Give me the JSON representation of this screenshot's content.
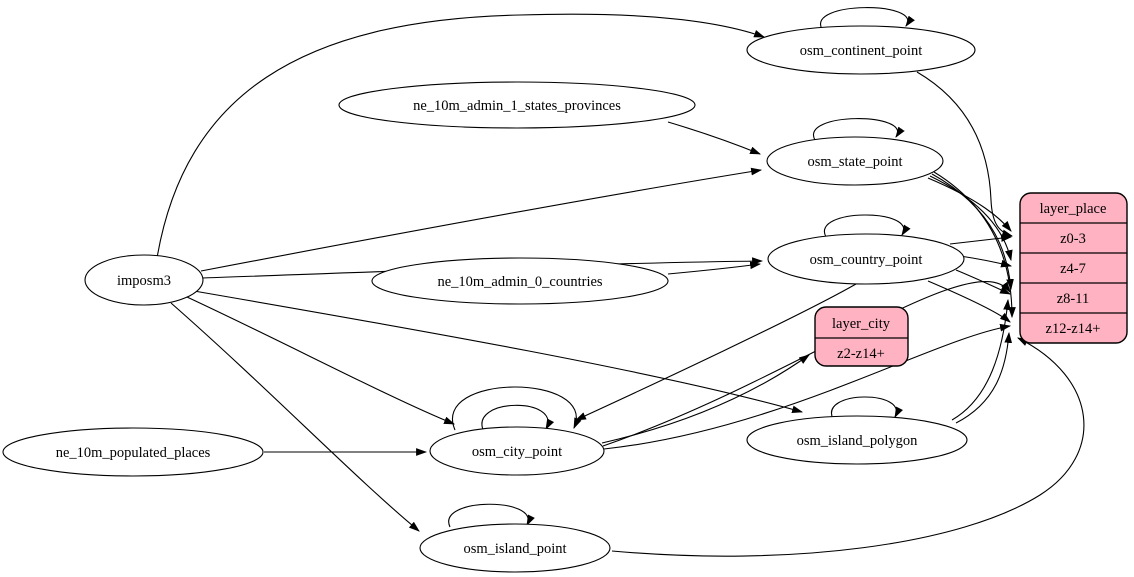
{
  "diagram": {
    "kind": "dependency-graph",
    "colors": {
      "background": "#ffffff",
      "node_fill": "#ffffff",
      "record_fill": "#ffb3c2",
      "stroke": "#000000"
    },
    "nodes": {
      "imposm3": {
        "label": "imposm3"
      },
      "ne_10m_admin_1_states_provinces": {
        "label": "ne_10m_admin_1_states_provinces"
      },
      "ne_10m_admin_0_countries": {
        "label": "ne_10m_admin_0_countries"
      },
      "ne_10m_populated_places": {
        "label": "ne_10m_populated_places"
      },
      "osm_continent_point": {
        "label": "osm_continent_point"
      },
      "osm_state_point": {
        "label": "osm_state_point"
      },
      "osm_country_point": {
        "label": "osm_country_point"
      },
      "osm_city_point": {
        "label": "osm_city_point"
      },
      "osm_island_polygon": {
        "label": "osm_island_polygon"
      },
      "osm_island_point": {
        "label": "osm_island_point"
      }
    },
    "records": {
      "layer_place": {
        "title": "layer_place",
        "rows": [
          "z0-3",
          "z4-7",
          "z8-11",
          "z12-z14+"
        ]
      },
      "layer_city": {
        "title": "layer_city",
        "rows": [
          "z2-z14+"
        ]
      }
    },
    "edges": [
      {
        "from": "imposm3",
        "to": "osm_continent_point"
      },
      {
        "from": "imposm3",
        "to": "osm_state_point"
      },
      {
        "from": "imposm3",
        "to": "osm_country_point"
      },
      {
        "from": "imposm3",
        "to": "osm_city_point"
      },
      {
        "from": "imposm3",
        "to": "osm_island_polygon"
      },
      {
        "from": "imposm3",
        "to": "osm_island_point"
      },
      {
        "from": "ne_10m_admin_1_states_provinces",
        "to": "osm_state_point"
      },
      {
        "from": "ne_10m_admin_0_countries",
        "to": "osm_country_point"
      },
      {
        "from": "ne_10m_populated_places",
        "to": "osm_city_point"
      },
      {
        "from": "osm_continent_point",
        "to": "osm_continent_point"
      },
      {
        "from": "osm_state_point",
        "to": "osm_state_point"
      },
      {
        "from": "osm_country_point",
        "to": "osm_country_point"
      },
      {
        "from": "osm_city_point",
        "to": "osm_city_point"
      },
      {
        "from": "osm_city_point",
        "to": "osm_city_point"
      },
      {
        "from": "osm_island_polygon",
        "to": "osm_island_polygon"
      },
      {
        "from": "osm_island_point",
        "to": "osm_island_point"
      },
      {
        "from": "osm_continent_point",
        "to": "layer_place:z0-3"
      },
      {
        "from": "osm_state_point",
        "to": "layer_place:z0-3"
      },
      {
        "from": "osm_state_point",
        "to": "layer_place:z4-7"
      },
      {
        "from": "osm_state_point",
        "to": "layer_place:z8-11"
      },
      {
        "from": "osm_state_point",
        "to": "layer_place:z12-z14+"
      },
      {
        "from": "osm_country_point",
        "to": "layer_place:z0-3"
      },
      {
        "from": "osm_country_point",
        "to": "layer_place:z4-7"
      },
      {
        "from": "osm_country_point",
        "to": "layer_place:z8-11"
      },
      {
        "from": "osm_country_point",
        "to": "layer_place:z12-z14+"
      },
      {
        "from": "osm_country_point",
        "to": "osm_city_point"
      },
      {
        "from": "osm_city_point",
        "to": "layer_city:z2-z14+"
      },
      {
        "from": "osm_city_point",
        "to": "layer_place:z8-11"
      },
      {
        "from": "osm_city_point",
        "to": "layer_place:z12-z14+"
      },
      {
        "from": "osm_island_polygon",
        "to": "layer_place:z8-11"
      },
      {
        "from": "osm_island_polygon",
        "to": "layer_place:z12-z14+"
      },
      {
        "from": "osm_island_point",
        "to": "layer_place:z12-z14+"
      }
    ]
  }
}
